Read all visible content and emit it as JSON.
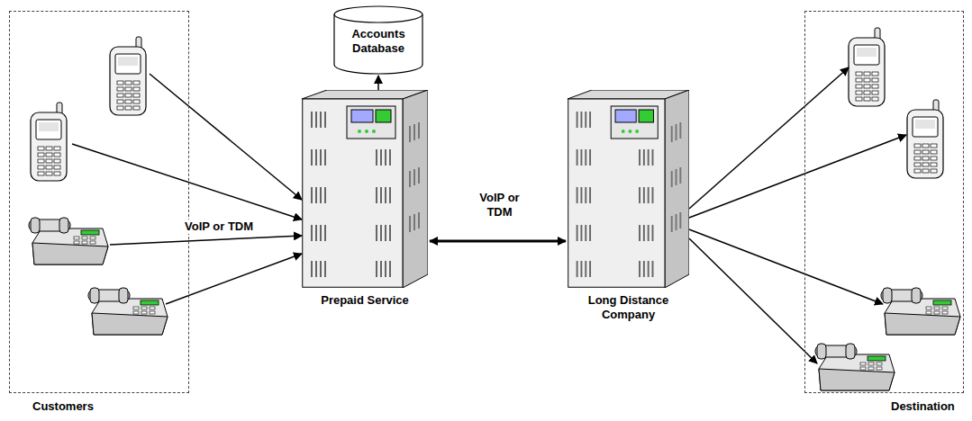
{
  "diagram": {
    "nodes": [
      {
        "text": [
          "Customers"
        ]
      },
      {
        "text": [
          "Accounts Database"
        ]
      },
      {
        "text": [
          "Prepaid Service"
        ]
      },
      {
        "text": [
          "Long Distance Company"
        ]
      },
      {
        "text": [
          "Destination"
        ]
      }
    ],
    "edges": [
      {
        "from": 0,
        "to": 2,
        "label": "VoIP or TDM",
        "arrow": "to"
      },
      {
        "from": 2,
        "to": 1,
        "arrow": "to"
      },
      {
        "from": 2,
        "to": 3,
        "label": "VoIP or TDM",
        "arrow": "both"
      },
      {
        "from": 3,
        "to": 4,
        "arrow": "to"
      }
    ]
  }
}
